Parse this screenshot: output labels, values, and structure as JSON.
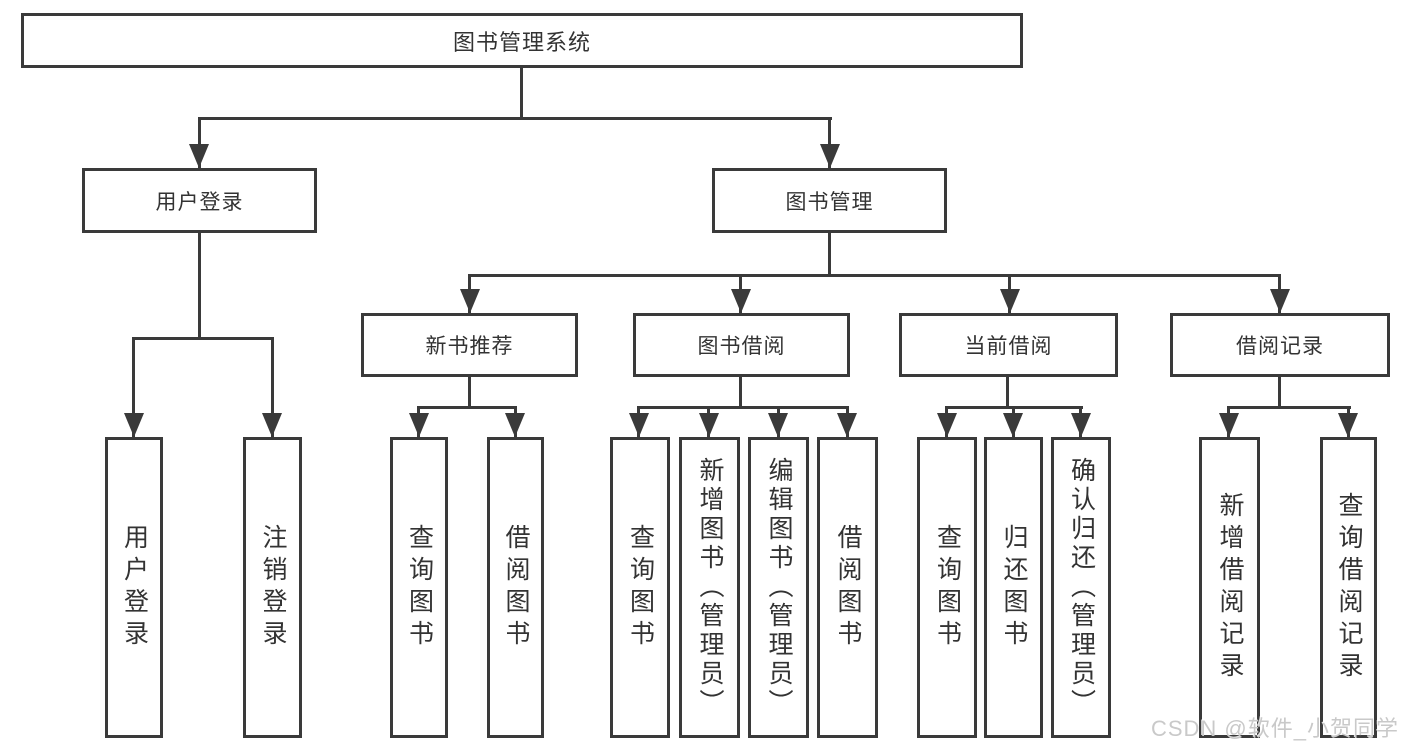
{
  "tree": {
    "root": {
      "label": "图书管理系统"
    },
    "branches": [
      {
        "label": "用户登录",
        "children": [
          {
            "label": "用户登录"
          },
          {
            "label": "注销登录"
          }
        ]
      },
      {
        "label": "图书管理",
        "children": [
          {
            "label": "新书推荐",
            "children": [
              {
                "label": "查询图书"
              },
              {
                "label": "借阅图书"
              }
            ]
          },
          {
            "label": "图书借阅",
            "children": [
              {
                "label": "查询图书"
              },
              {
                "label": "新增图书（管理员）"
              },
              {
                "label": "编辑图书（管理员）"
              },
              {
                "label": "借阅图书"
              }
            ]
          },
          {
            "label": "当前借阅",
            "children": [
              {
                "label": "查询图书"
              },
              {
                "label": "归还图书"
              },
              {
                "label": "确认归还（管理员）"
              }
            ]
          },
          {
            "label": "借阅记录",
            "children": [
              {
                "label": "新增借阅记录"
              },
              {
                "label": "查询借阅记录"
              }
            ]
          }
        ]
      }
    ]
  },
  "watermark": "CSDN @软件_小贺同学",
  "colors": {
    "line": "#3a3a3a",
    "text": "#333333",
    "background": "#ffffff",
    "watermark": "#c9c9c9"
  }
}
